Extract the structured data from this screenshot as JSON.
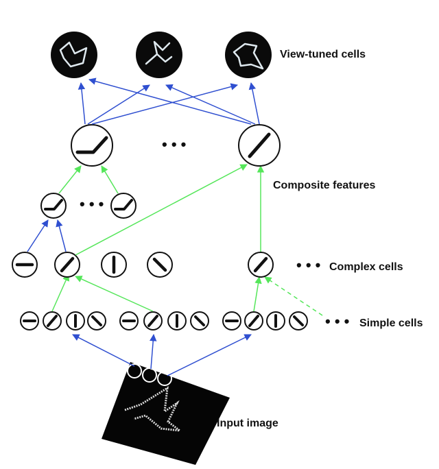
{
  "labels": {
    "view_tuned": "View-tuned cells",
    "composite": "Composite features",
    "complex": "Complex cells",
    "simple": "Simple cells",
    "input": "Input image"
  },
  "ellipsis": "• • •",
  "colors": {
    "feedforward_blue": "#2f4fd0",
    "pooling_green": "#55e65a",
    "cell_outline": "#111111",
    "view_cell_fill": "#0a0a0a",
    "view_cell_pattern": "#dfe9ef"
  },
  "layers": {
    "view_tuned_cells": 3,
    "composite_cells": 2,
    "composite_subunits": 2,
    "complex_cells": 5,
    "simple_cell_groups": 3,
    "simple_cells_per_group": 4,
    "receptive_fields_on_input": 3
  }
}
